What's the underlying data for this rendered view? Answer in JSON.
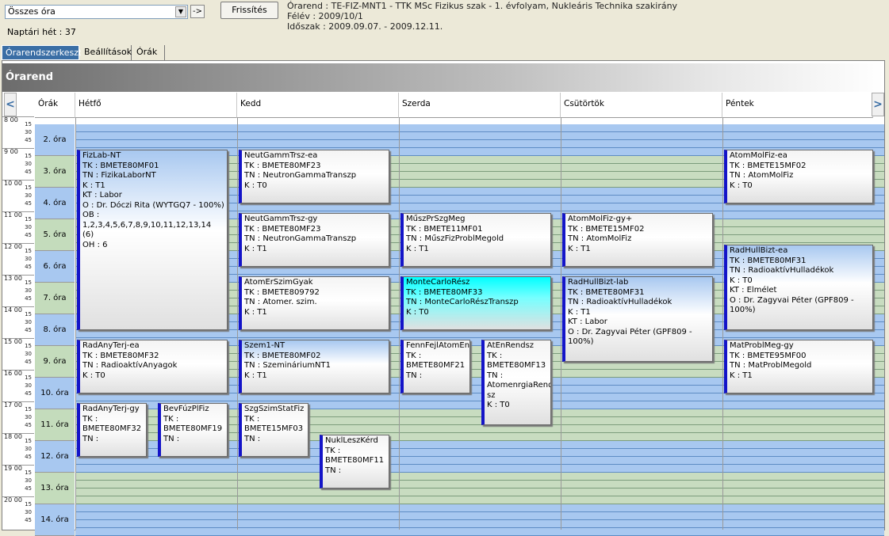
{
  "toolbar": {
    "combo_value": "Összes óra",
    "combo_arrow": "▼",
    "go_label": "->",
    "refresh_label": "Frissítés",
    "week_label": "Naptári hét : 37"
  },
  "info": {
    "line1": "Órarend : TE-FIZ-MNT1 - TTK MSc Fizikus szak - 1. évfolyam, Nukleáris Technika szakirány",
    "line2": "Félév : 2009/10/1",
    "line3": "Időszak : 2009.09.07. - 2009.12.11."
  },
  "tabs": [
    "Órarendszerkeszto",
    "Beállítások",
    "Órák"
  ],
  "panel_title": "Órarend",
  "nav": {
    "prev": "<",
    "next": ">"
  },
  "headers": {
    "ora": "Órák",
    "days": [
      "Hétfő",
      "Kedd",
      "Szerda",
      "Csütörtök",
      "Péntek"
    ]
  },
  "hours": [
    "8 00",
    "9 00",
    "10 00",
    "11 00",
    "12 00",
    "13 00",
    "14 00",
    "15 00",
    "16 00",
    "17 00",
    "18 00",
    "19 00",
    "20 00"
  ],
  "ticks": [
    "15",
    "30",
    "45"
  ],
  "slots": [
    "2. óra",
    "3. óra",
    "4. óra",
    "5. óra",
    "6. óra",
    "7. óra",
    "8. óra",
    "9. óra",
    "10. óra",
    "11. óra",
    "12. óra",
    "13. óra",
    "14. óra"
  ],
  "events": [
    {
      "title": "FizLab-NT",
      "lines": [
        "TK : BMETE80MF01",
        "TN : FizikaLaborNT",
        "K : T1",
        "KT : Labor",
        "O : Dr. Dóczi Rita (WYTGQ7 - 100%)",
        "OB : 1,2,3,4,5,6,7,8,9,10,11,12,13,14 (6)",
        "OH : 6"
      ]
    },
    {
      "title": "NeutGammTrsz-ea",
      "lines": [
        "TK : BMETE80MF23",
        "TN : NeutronGammaTranszp",
        "K : T0"
      ]
    },
    {
      "title": "NeutGammTrsz-gy",
      "lines": [
        "TK : BMETE80MF23",
        "TN : NeutronGammaTranszp",
        "K : T1"
      ]
    },
    {
      "title": "AtomErSzimGyak",
      "lines": [
        "TK : BMETE809792",
        "TN : Atomer. szim.",
        "K : T1"
      ]
    },
    {
      "title": "Szem1-NT",
      "lines": [
        "TK : BMETE80MF02",
        "TN : SzemináriumNT1",
        "K : T1"
      ]
    },
    {
      "title": "SzgSzimStatFiz",
      "lines": [
        "TK :",
        "BMETE15MF03",
        "TN :"
      ]
    },
    {
      "title": "NuklLeszKérd",
      "lines": [
        "TK :",
        "BMETE80MF11",
        "TN :"
      ]
    },
    {
      "title": "MűszPrSzgMeg",
      "lines": [
        "TK : BMETE11MF01",
        "TN : MűszFizProblMegold",
        "K : T1"
      ]
    },
    {
      "title": "MonteCarloRész",
      "lines": [
        "TK : BMETE80MF33",
        "TN : MonteCarloRészTranszp",
        "K : T0"
      ]
    },
    {
      "title": "FennFejlAtomEn",
      "lines": [
        "TK :",
        "BMETE80MF21",
        "TN :"
      ]
    },
    {
      "title": "AtEnRendsz",
      "lines": [
        "TK :",
        "BMETE80MF13",
        "TN :",
        "AtomenrgiaRend",
        "sz",
        "K : T0"
      ]
    },
    {
      "title": "AtomMolFiz-gy+",
      "lines": [
        "TK : BMETE15MF02",
        "TN : AtomMolFiz",
        "K : T1"
      ]
    },
    {
      "title": "RadHullBizt-lab",
      "lines": [
        "TK : BMETE80MF31",
        "TN : RadioaktívHulladékok",
        "K : T1",
        "KT : Labor",
        "O : Dr. Zagyvai Péter (GPF809 - 100%)"
      ]
    },
    {
      "title": "AtomMolFiz-ea",
      "lines": [
        "TK : BMETE15MF02",
        "TN : AtomMolFiz",
        "K : T0"
      ]
    },
    {
      "title": "RadHullBizt-ea",
      "lines": [
        "TK : BMETE80MF31",
        "TN : RadioaktívHulladékok",
        "K : T0",
        "KT : Elmélet",
        "O : Dr. Zagyvai Péter (GPF809 - 100%)"
      ]
    },
    {
      "title": "MatProblMeg-gy",
      "lines": [
        "TK : BMETE95MF00",
        "TN : MatProblMegold",
        "K : T1"
      ]
    },
    {
      "title": "RadAnyTerj-ea",
      "lines": [
        "TK : BMETE80MF32",
        "TN : RadioaktívAnyagok",
        "K : T0"
      ]
    },
    {
      "title": "RadAnyTerj-gy",
      "lines": [
        "TK :",
        "BMETE80MF32",
        "TN :"
      ]
    },
    {
      "title": "BevFúzPlFiz",
      "lines": [
        "TK :",
        "BMETE80MF19",
        "TN :"
      ]
    }
  ]
}
